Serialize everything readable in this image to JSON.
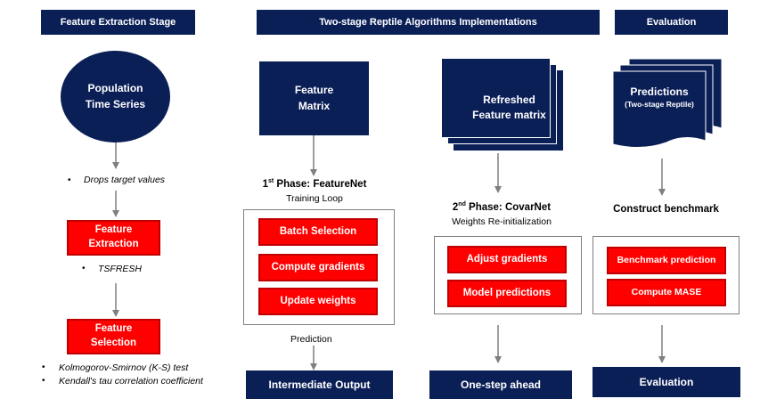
{
  "headers": {
    "feature_extraction": "Feature Extraction Stage",
    "implementation": "Two-stage Reptile Algorithms Implementations",
    "evaluation": "Evaluation"
  },
  "left": {
    "population_line1": "Population",
    "population_line2": "Time Series",
    "drops_note": "Drops target values",
    "feature_extraction_line1": "Feature",
    "feature_extraction_line2": "Extraction",
    "tsfresh_note": "TSFRESH",
    "feature_selection_line1": "Feature",
    "feature_selection_line2": "Selection",
    "ks_note": "Kolmogorov-Smirnov (K-S) test",
    "kendall_note": "Kendall's tau correlation coefficient"
  },
  "featurenet": {
    "matrix_line1": "Feature",
    "matrix_line2": "Matrix",
    "phase_num": "1",
    "phase_sup": "st",
    "phase_text": " Phase: FeatureNet",
    "loop_label": "Training Loop",
    "steps": [
      "Batch Selection",
      "Compute gradients",
      "Update weights"
    ],
    "prediction_label": "Prediction",
    "output_label": "Intermediate Output"
  },
  "covarnet": {
    "matrix_line1": "Refreshed",
    "matrix_line2": "Feature matrix",
    "phase_num": "2",
    "phase_sup": "nd",
    "phase_text": " Phase: CovarNet",
    "reinit_label": "Weights Re-initialization",
    "steps": [
      "Adjust gradients",
      "Model predictions"
    ],
    "output_label": "One-step ahead"
  },
  "evaluation": {
    "predictions_line1": "Predictions",
    "predictions_line2": "(Two-stage Reptile)",
    "benchmark_label": "Construct benchmark",
    "steps": [
      "Benchmark prediction",
      "Compute MASE"
    ],
    "output_label": "Evaluation"
  },
  "colors": {
    "navy": "#0b1f57",
    "red": "#ff0000",
    "arrow": "#7f7f7f"
  }
}
